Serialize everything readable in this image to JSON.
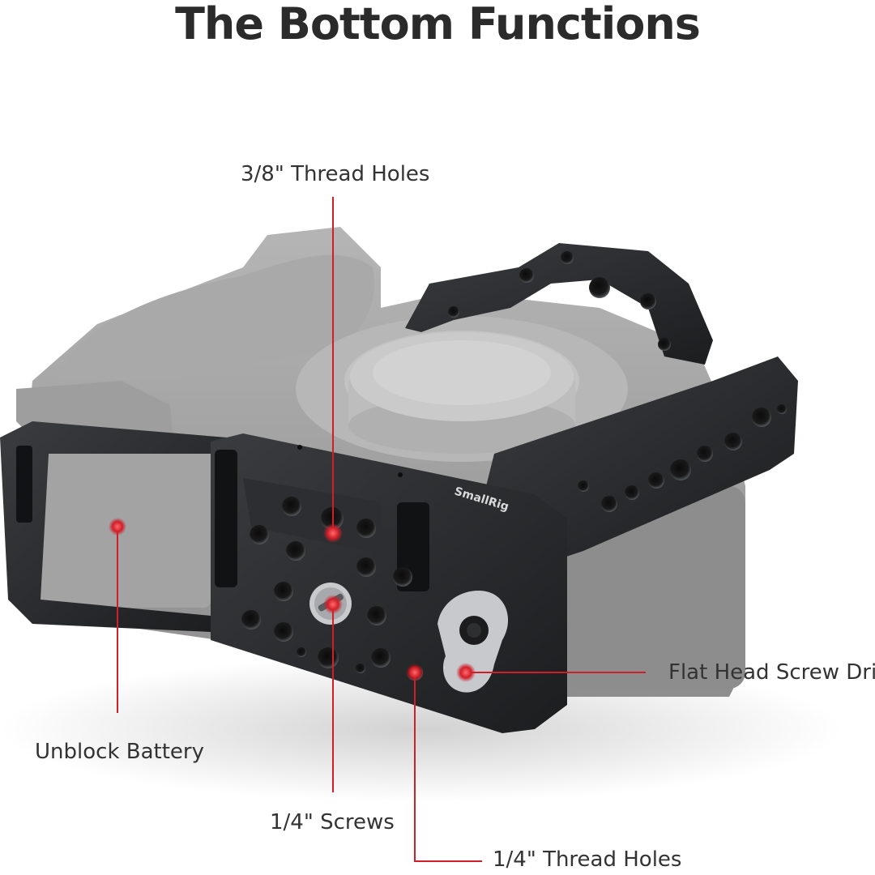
{
  "page": {
    "title": "The Bottom Functions"
  },
  "callouts": {
    "thread_holes_38": "3/8\" Thread Holes",
    "flat_head_screw": "Flat Head Screw Driv",
    "unblock_battery": "Unblock Battery",
    "screws_14": "1/4\" Screws",
    "thread_holes_14": "1/4\" Thread Holes"
  },
  "product": {
    "brand_engraving": "SmallRig"
  },
  "colors": {
    "accent_red": "#d11f2a",
    "cage_metal": "#2a2c2e",
    "camera_body": "#9c9c9c",
    "text": "#333333"
  }
}
